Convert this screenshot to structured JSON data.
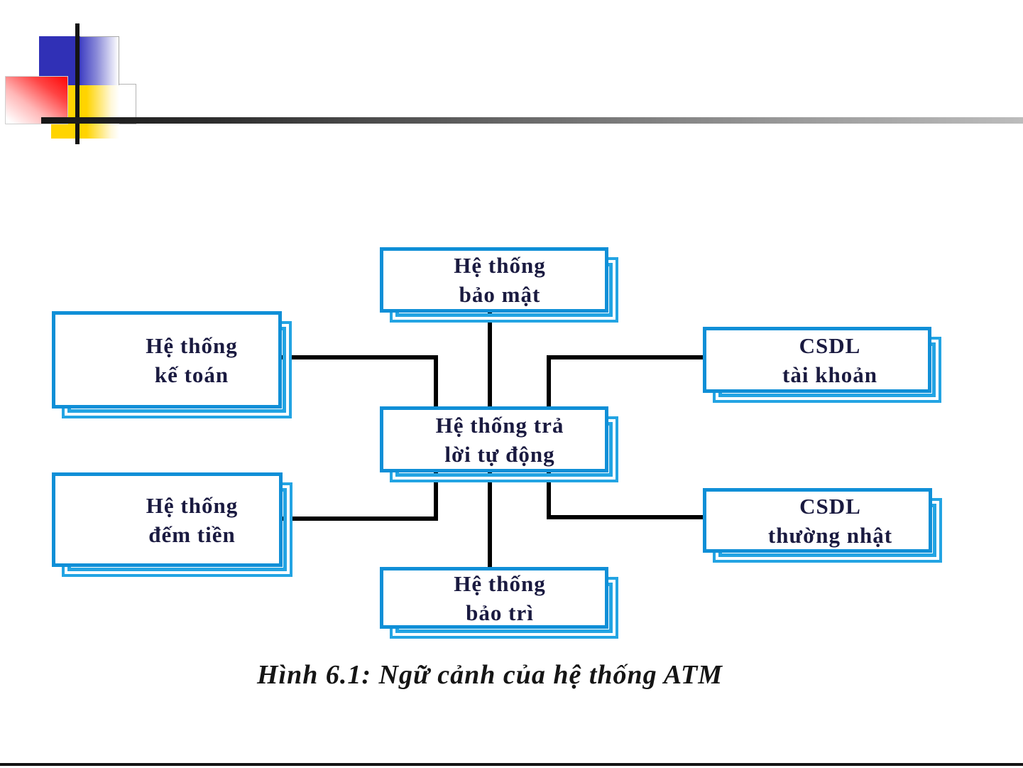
{
  "slide": {
    "caption": "Hình 6.1: Ngữ cảnh của hệ thống ATM"
  },
  "diagram": {
    "type": "context-diagram",
    "nodes": [
      {
        "id": "security",
        "label_line1": "Hệ thống",
        "label_line2": "bảo mật"
      },
      {
        "id": "accounting",
        "label_line1": "Hệ thống",
        "label_line2": "kế toán"
      },
      {
        "id": "counting",
        "label_line1": "Hệ thống",
        "label_line2": "đếm tiền"
      },
      {
        "id": "auto-answer",
        "label_line1": "Hệ thống trả",
        "label_line2": "lời tự động"
      },
      {
        "id": "db-accounts",
        "label_line1": "CSDL",
        "label_line2": "tài khoản"
      },
      {
        "id": "db-daily",
        "label_line1": "CSDL",
        "label_line2": "thường nhật"
      },
      {
        "id": "maintenance",
        "label_line1": "Hệ thống",
        "label_line2": "bảo trì"
      }
    ],
    "edges": [
      {
        "from": "accounting",
        "to": "auto-answer"
      },
      {
        "from": "security",
        "to": "auto-answer"
      },
      {
        "from": "db-accounts",
        "to": "auto-answer"
      },
      {
        "from": "counting",
        "to": "auto-answer"
      },
      {
        "from": "maintenance",
        "to": "auto-answer"
      },
      {
        "from": "db-daily",
        "to": "auto-answer"
      }
    ],
    "colors": {
      "box_border": "#0f8fd7",
      "box_shadow": "#23a4e3",
      "box_fill": "#ffffff",
      "connector": "#000000",
      "text": "#1a1a40"
    }
  },
  "logo_colors": {
    "blue": "#3030b6",
    "red": "#ff0606",
    "yellow": "#ffd400",
    "bar": "#161616"
  }
}
